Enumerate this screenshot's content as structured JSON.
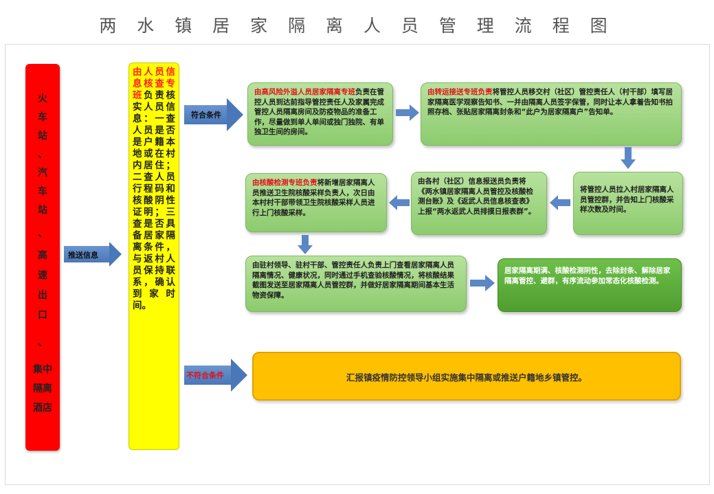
{
  "title": "两 水 镇 居 家 隔 离 人 员 管 理 流 程 图",
  "sources": [
    "火",
    "车",
    "站",
    "、",
    "汽",
    "车",
    "站",
    "、",
    "高",
    "速",
    "出",
    "口",
    "、",
    "集中",
    "隔离",
    "酒店"
  ],
  "send_info_label": "推送信息",
  "verify": {
    "heading": "由人员信息核查专班",
    "body": "负责核实人员信息：一查人员是否是户籍本地或在村内居住；二查人员行程码和核酸阴性证明；三查是否具备居家隔离条件，与返村人员保持联系，确认到家时间。"
  },
  "meets_label": "符合条件",
  "not_meets_label": "不符合条件",
  "steps": {
    "s1_red": "由高风险外溢人员居家隔离专班",
    "s1_text": "负责在管控人员到达前指导管控责任人及家属完成管控人员隔离房间及防疫物品的准备工作，尽量做到单人单间或独门独院、有单独卫生间的房间。",
    "s2_red": "由转运接送专班负责",
    "s2_text": "将管控人员移交村（社区）管控责任人（村干部）填写居家隔离医学观察告知书、一并由隔离人员签字保管，同时让本人拿着告知书拍照存档、张贴居家隔离封条和“此户为居家隔离户”告知单。",
    "s3_text": "将管控人员拉入村居家隔离人员管控群，并告知上门核酸采样次数及时间。",
    "s4_text": "由各村（社区）信息报送员负责将《两水镇居家隔离人员管控及核酸检测台账》及《返武人员信息核查表》上报“两水返武人员排摸日报表群”。",
    "s5_red": "由核酸检测专班负责",
    "s5_text": "将新增居家隔离人员推送卫生院核酸采样负责人，次日由本村村干部带领卫生院核酸采样人员进行上门核酸采样。",
    "s6_text": "由驻村领导、驻村干部、管控责任人负责上门查看居家隔离人员隔离情况、健康状况，同时通过手机查验核酸情况，将核酸结果截图发送至居家隔离人员管控群，并做好居家隔离期间基本生活物资保障。",
    "s7_text": "居家隔离期满、核酸检测阴性，去除封条、解除居家隔离管控、避群，有序流动参加常态化核酸检测。",
    "s8_text": "汇报镇疫情防控领导小组实施集中隔离或推送户籍地乡镇管控。"
  }
}
